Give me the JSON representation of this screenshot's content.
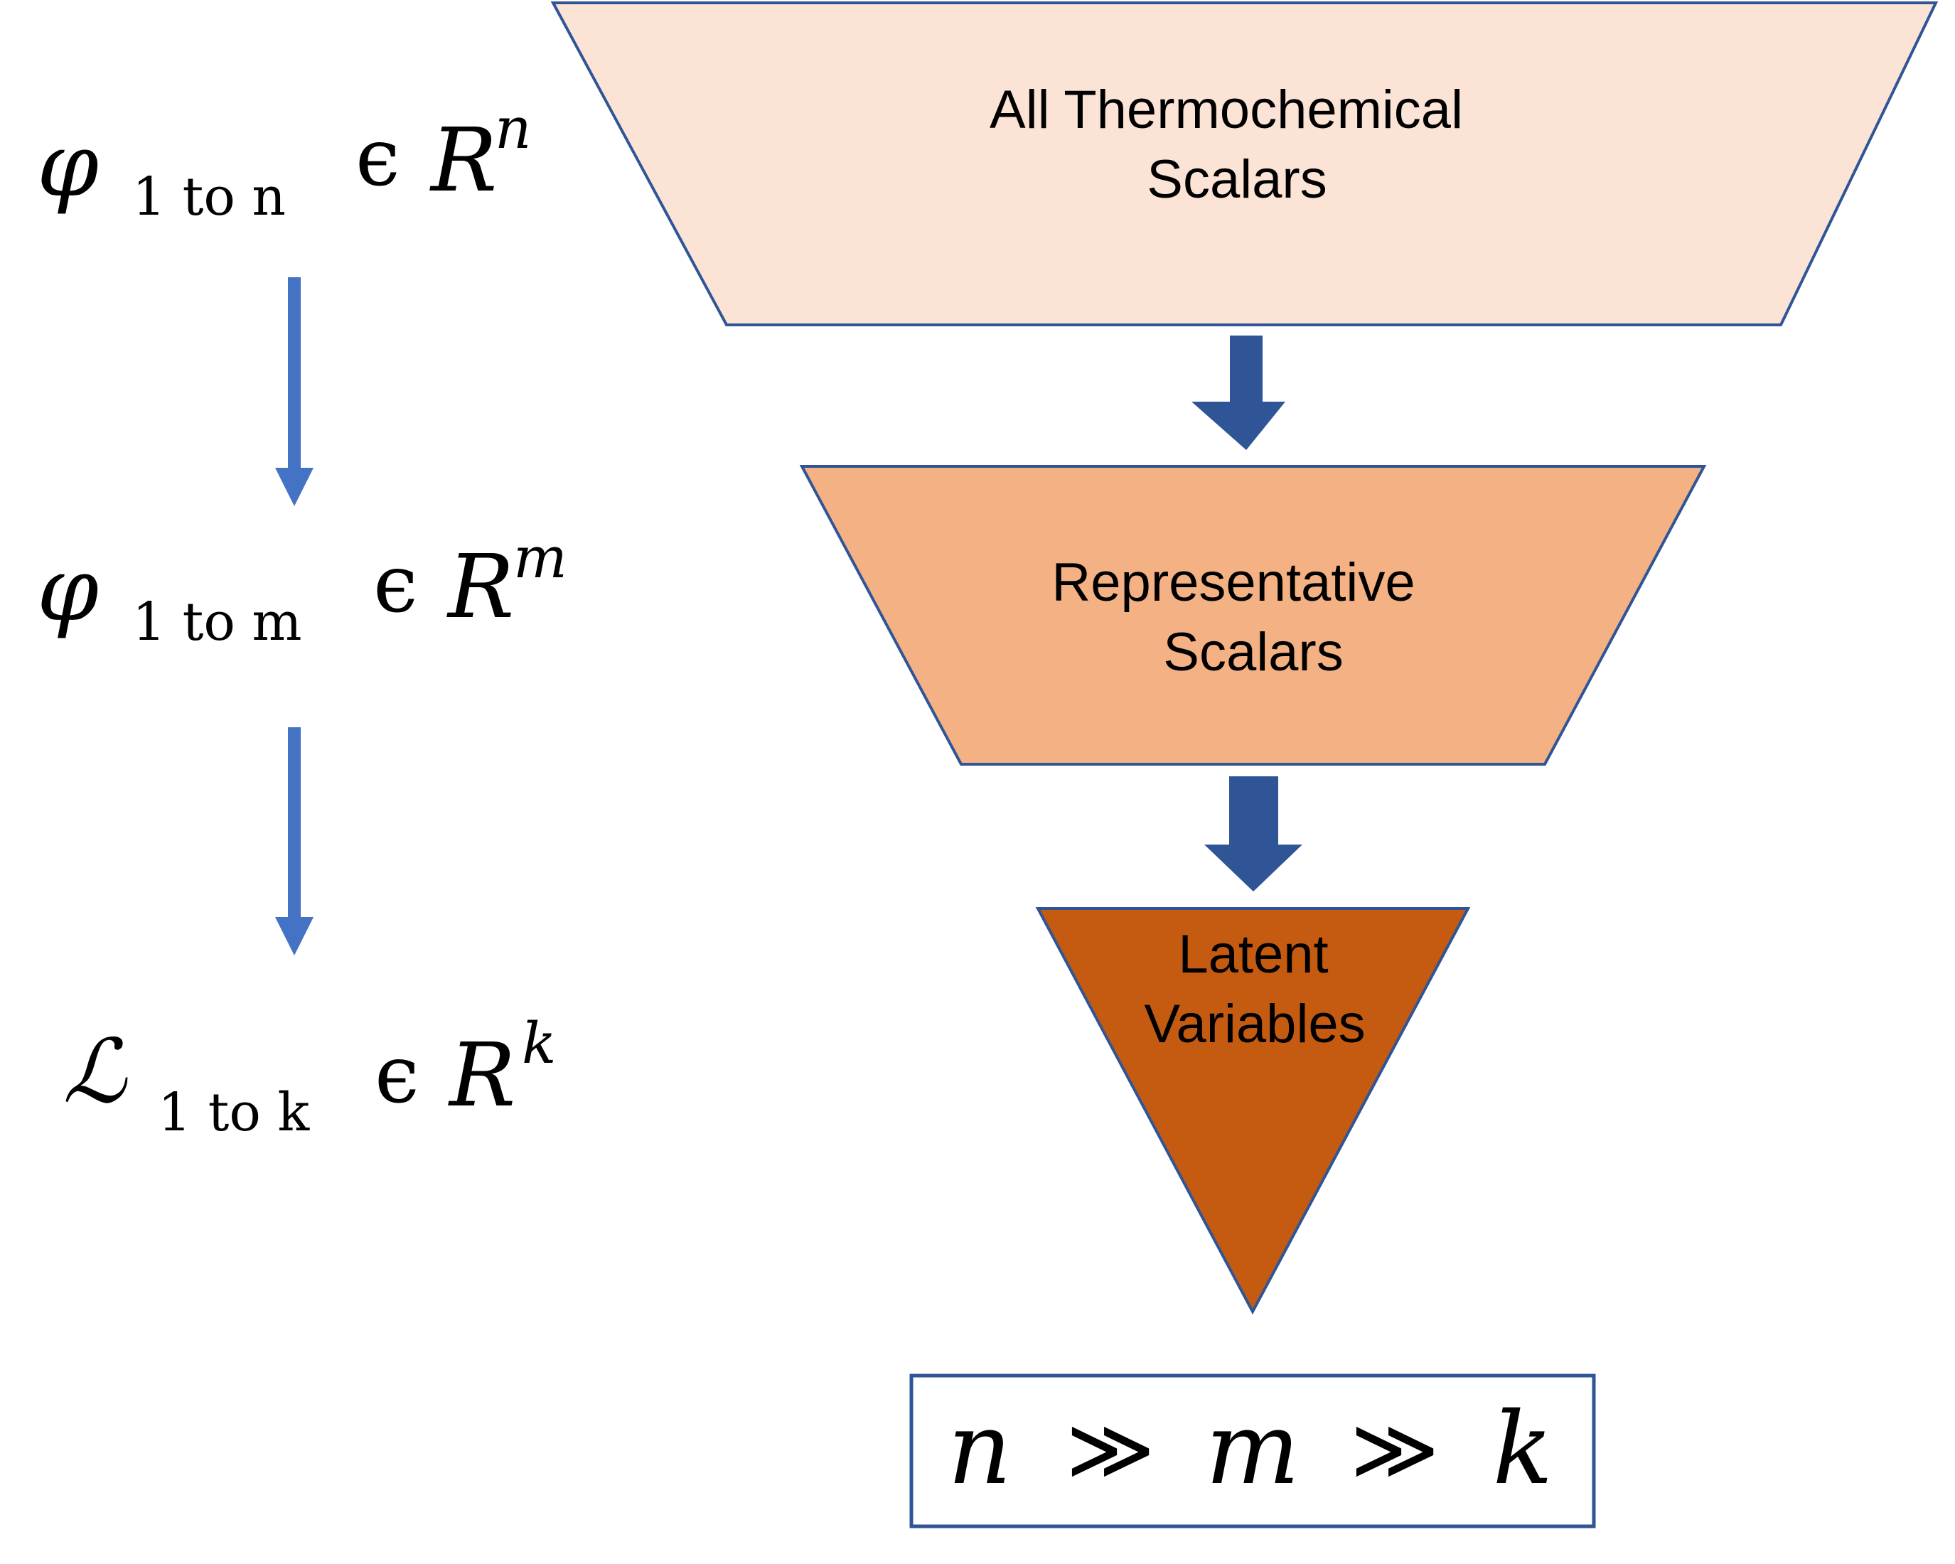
{
  "colors": {
    "stroke": "#2f5597",
    "level1": "#fbe3d6",
    "level2": "#f4b183",
    "level3": "#c55a11",
    "funnel_arrow": "#2f5597",
    "side_arrow": "#4472c4"
  },
  "funnel": {
    "level1": {
      "line1": "All Thermochemical",
      "line2": "Scalars"
    },
    "level2": {
      "line1": "Representative",
      "line2": "Scalars"
    },
    "level3": {
      "line1": "Latent",
      "line2": "Variables"
    }
  },
  "equations": {
    "eq1": {
      "symbol": "φ",
      "sub": "1 to n",
      "belongs": "ϵ",
      "space": "R",
      "sup": "n"
    },
    "eq2": {
      "symbol": "φ",
      "sub": "1 to m",
      "belongs": "ϵ",
      "space": "R",
      "sup": "m"
    },
    "eq3": {
      "symbol": "ℒ",
      "sub": "1 to k",
      "belongs": "ϵ",
      "space": "R",
      "sup": "k"
    }
  },
  "relation": {
    "a": "n",
    "op1": "≫",
    "b": "m",
    "op2": "≫",
    "c": "k"
  }
}
